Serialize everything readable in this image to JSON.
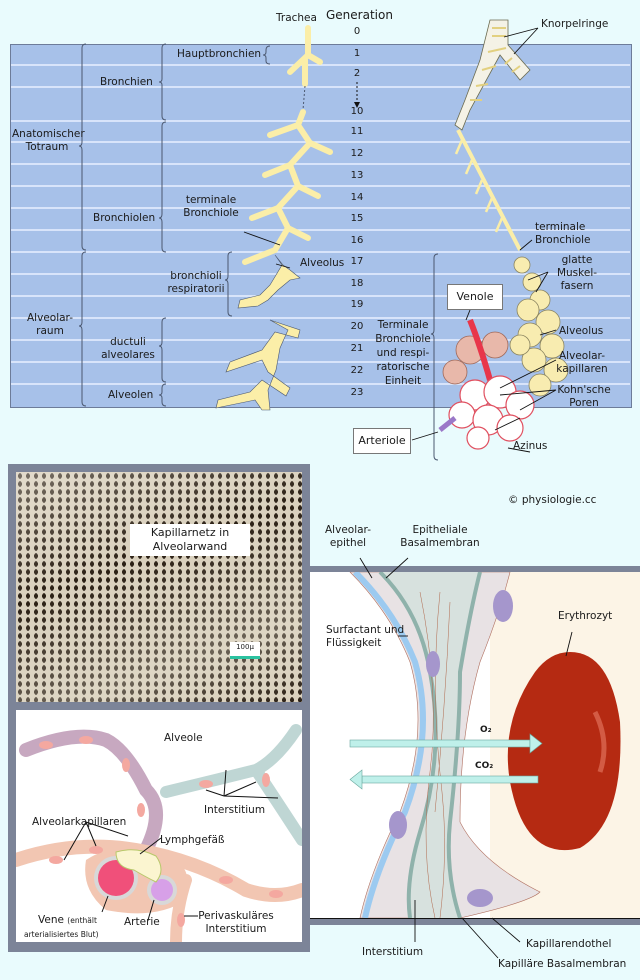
{
  "top_diagram": {
    "header": {
      "trachea": "Trachea",
      "generation": "Generation"
    },
    "generations": [
      "0",
      "1",
      "2",
      "10",
      "11",
      "12",
      "13",
      "14",
      "15",
      "16",
      "17",
      "18",
      "19",
      "20",
      "21",
      "22",
      "23"
    ],
    "zones": [
      {
        "label": "Anatomischer Totraum"
      },
      {
        "label": "Alveolar-raum",
        "line1": "Alveolar-",
        "line2": "raum"
      }
    ],
    "segments": [
      {
        "label": "Bronchien"
      },
      {
        "label": "Bronchiolen"
      },
      {
        "label": "bronchioli respiratorii",
        "line1": "bronchioli",
        "line2": "respiratorii"
      },
      {
        "label": "ductuli alveolares",
        "line1": "ductuli",
        "line2": "alveolares"
      },
      {
        "label": "Alveolen"
      }
    ],
    "anatomical_totraum": {
      "line1": "Anatomischer",
      "line2": "Totraum"
    },
    "hauptbronchien": "Hauptbronchien",
    "terminale_bronchiole_left": {
      "line1": "terminale",
      "line2": "Bronchiole"
    },
    "alveolus_left": "Alveolus",
    "right_labels": {
      "knorpelringe": "Knorpelringe",
      "terminale_bronchiole": {
        "line1": "terminale",
        "line2": "Bronchiole"
      },
      "glatte_muskelfasern": {
        "line1": "glatte",
        "line2": "Muskel-",
        "line3": "fasern"
      },
      "alveolus": "Alveolus",
      "alveolarkapillaren": {
        "line1": "Alveolar-",
        "line2": "kapillaren"
      },
      "kohnsche_poren": {
        "line1": "Kohn'sche",
        "line2": "Poren"
      },
      "azinus": "Azinus",
      "venole": "Venole",
      "arteriole": "Arteriole",
      "terminale_einheit": {
        "line1": "Terminale",
        "line2": "Bronchiole",
        "line3": "und respi-",
        "line4": "ratorische",
        "line5": "Einheit"
      }
    }
  },
  "micrograph": {
    "caption": {
      "line1": "Kapillarnetz in",
      "line2": "Alveolarwand"
    },
    "scale_bar": "100µ"
  },
  "copyright": "© physiologie.cc",
  "alveole_panel": {
    "alveole": "Alveole",
    "interstitium": "Interstitium",
    "alveolarkapillaren": "Alveolarkapillaren",
    "lymphgefaess": "Lymphgefäß",
    "vene": "Vene",
    "vene_note": "(enthält",
    "vene_note2": "arterialisiertes Blut)",
    "arterie": "Arterie",
    "perivaskulaeres": {
      "line1": "Perivaskuläres",
      "line2": "Interstitium"
    }
  },
  "membrane_panel": {
    "alveolarepithel": {
      "line1": "Alveolar-",
      "line2": "epithel"
    },
    "epitheliale_basalmembran": {
      "line1": "Epitheliale",
      "line2": "Basalmembran"
    },
    "surfactant": {
      "line1": "Surfactant und",
      "line2": "Flüssigkeit"
    },
    "erythrozyt": "Erythrozyt",
    "o2": "O₂",
    "co2": "CO₂",
    "interstitium": "Interstitium",
    "kapillarendothel": "Kapillarendothel",
    "kapillaere_basalmembran": "Kapilläre Basalmembran"
  },
  "colors": {
    "band_blue": "#a7c1e9",
    "airway_yellow": "#fbeea8",
    "erythrocyte_red": "#b52a12",
    "arrow_teal": "#bff0ea",
    "panel_border": "#7c8498"
  }
}
